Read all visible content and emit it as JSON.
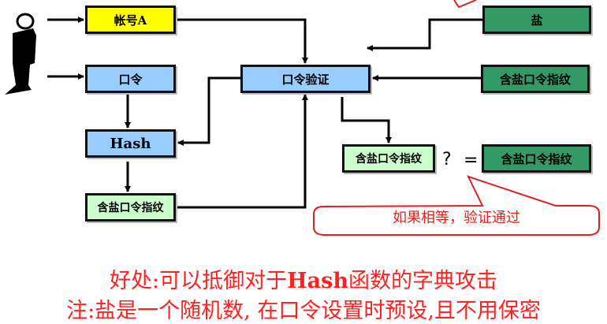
{
  "boxes": {
    "account": "帐号A",
    "password": "口令",
    "hash": "Hash",
    "salted_fingerprint_computed": "含盐口令指纹",
    "verify": "口令验证",
    "salt": "盐",
    "salted_fingerprint_stored": "含盐口令指纹",
    "compare_left": "含盐口令指纹",
    "compare_right": "含盐口令指纹"
  },
  "compare": {
    "question": "?",
    "equals": "="
  },
  "callout": "如果相等，验证通过",
  "notes": {
    "line1_prefix": "好处:可以抵御对于",
    "line1_bold": "Hash",
    "line1_suffix": "函数的字典攻击",
    "line2": "注:盐是一个随机数, 在口令设置时预设,且不用保密"
  },
  "colors": {
    "yellow": "#ffff00",
    "blue": "#99ccff",
    "light_green": "#ccffcc",
    "dark_green": "#339966",
    "red": "#ff2020"
  }
}
